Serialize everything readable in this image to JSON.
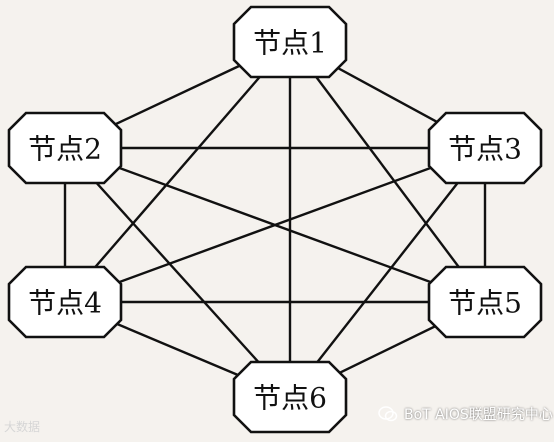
{
  "diagram": {
    "nodes": [
      {
        "id": "n1",
        "label": "节点1"
      },
      {
        "id": "n2",
        "label": "节点2"
      },
      {
        "id": "n3",
        "label": "节点3"
      },
      {
        "id": "n4",
        "label": "节点4"
      },
      {
        "id": "n5",
        "label": "节点5"
      },
      {
        "id": "n6",
        "label": "节点6"
      }
    ],
    "edges": [
      [
        "n1",
        "n2"
      ],
      [
        "n1",
        "n3"
      ],
      [
        "n1",
        "n4"
      ],
      [
        "n1",
        "n5"
      ],
      [
        "n1",
        "n6"
      ],
      [
        "n2",
        "n3"
      ],
      [
        "n2",
        "n4"
      ],
      [
        "n2",
        "n5"
      ],
      [
        "n2",
        "n6"
      ],
      [
        "n3",
        "n4"
      ],
      [
        "n3",
        "n5"
      ],
      [
        "n3",
        "n6"
      ],
      [
        "n4",
        "n5"
      ],
      [
        "n4",
        "n6"
      ],
      [
        "n5",
        "n6"
      ]
    ]
  },
  "watermarks": {
    "left": "大数据",
    "right": "BoT AIOS联盟研究中心"
  },
  "colors": {
    "line": "#111111",
    "node_fill": "#ffffff",
    "background": "#f5f2ee"
  }
}
